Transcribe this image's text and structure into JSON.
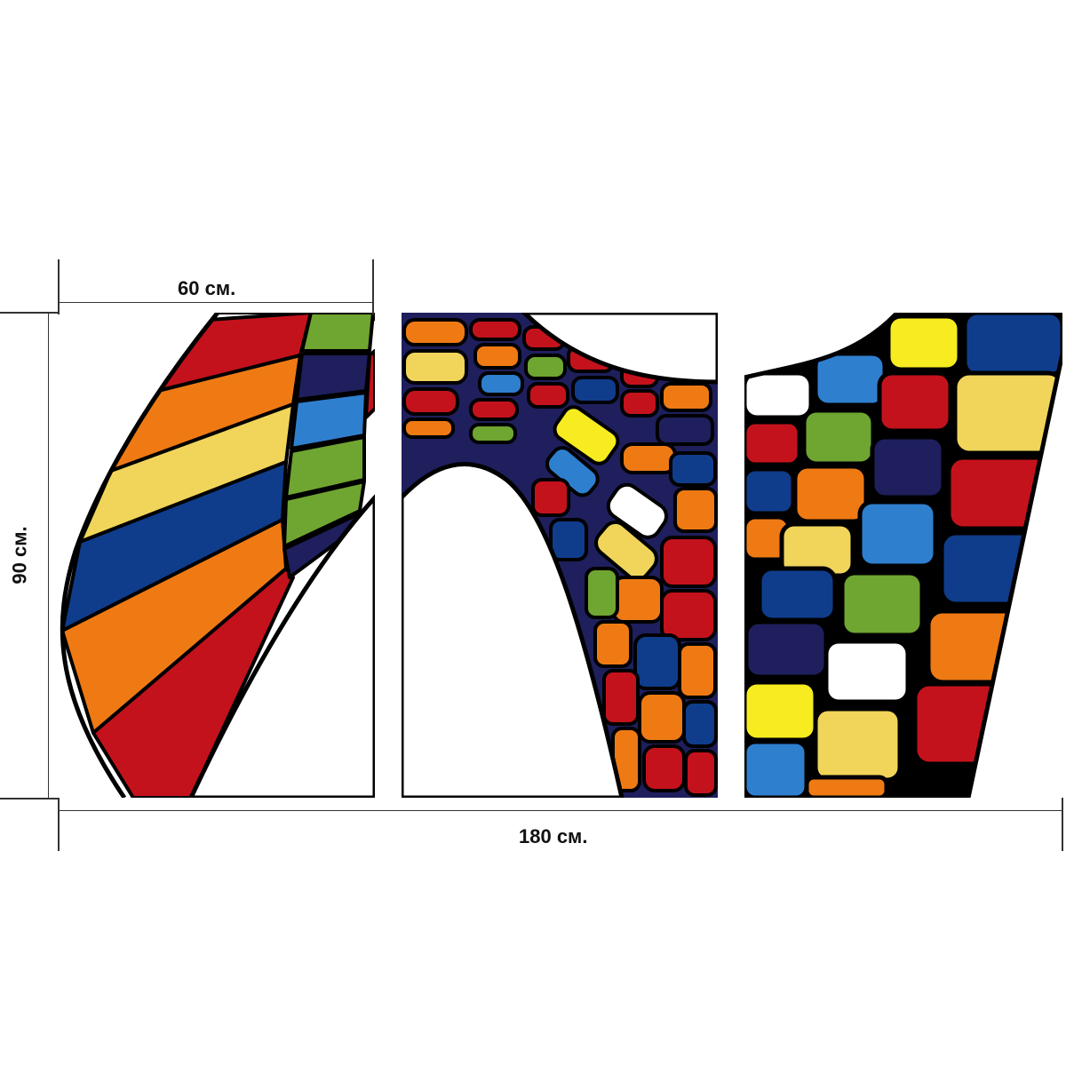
{
  "dimensions": {
    "panel_width": "60 см.",
    "height": "90 см.",
    "total_width": "180 см."
  },
  "artwork": {
    "panel_count": 3,
    "palette": [
      "#c4121c",
      "#ef7a14",
      "#f0d55a",
      "#0f3d8c",
      "#2f7fcf",
      "#6fa531",
      "#1e1f5c",
      "#f7ec1f",
      "#ffffff"
    ]
  }
}
